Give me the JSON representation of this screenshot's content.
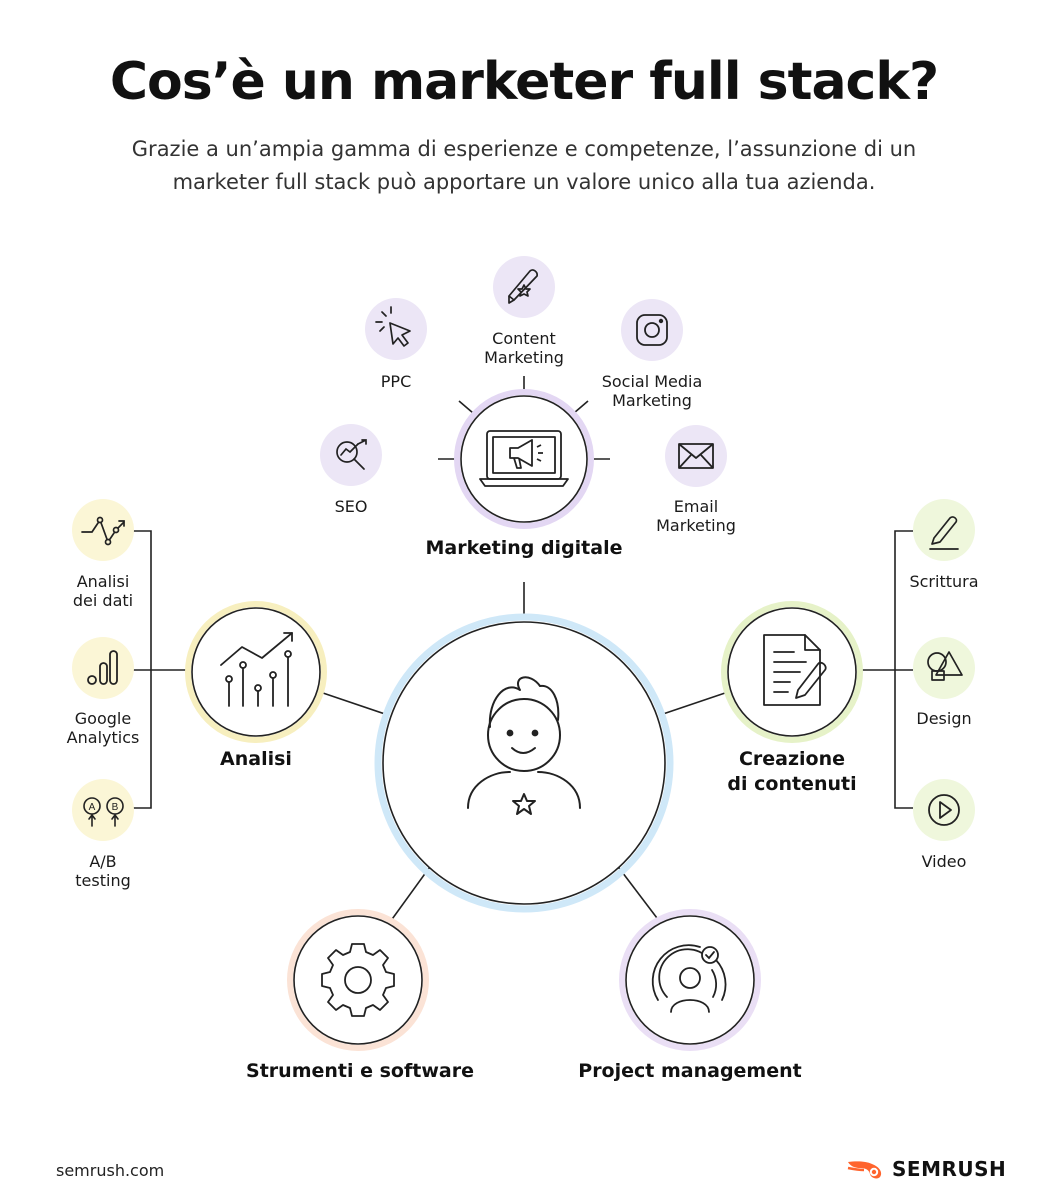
{
  "header": {
    "title": "Cos’è un marketer full stack?",
    "subtitle": "Grazie a un’ampia gamma di esperienze e competenze, l’assunzione di un marketer full stack può apportare un valore unico alla tua azienda."
  },
  "center": {
    "icon": "marketer-avatar-icon"
  },
  "hubs": {
    "marketing": {
      "label": "Marketing digitale",
      "icon": "laptop-megaphone-icon",
      "ring_color": "#e3d7f3"
    },
    "analisi": {
      "label": "Analisi",
      "icon": "line-chart-icon",
      "ring_color": "#f7efbf"
    },
    "creazione": {
      "label": "Creazione\ndi contenuti",
      "icon": "document-pen-icon",
      "ring_color": "#e6f2c8"
    },
    "strumenti": {
      "label": "Strumenti e software",
      "icon": "gear-icon",
      "ring_color": "#fbe3d6"
    },
    "project": {
      "label": "Project management",
      "icon": "target-person-icon",
      "ring_color": "#eadff5"
    }
  },
  "marketing_items": [
    {
      "label": "SEO",
      "icon": "search-chart-icon"
    },
    {
      "label": "PPC",
      "icon": "cursor-click-icon"
    },
    {
      "label": "Content\nMarketing",
      "icon": "pencil-star-icon"
    },
    {
      "label": "Social Media\nMarketing",
      "icon": "instagram-icon"
    },
    {
      "label": "Email\nMarketing",
      "icon": "envelope-icon"
    }
  ],
  "analisi_items": [
    {
      "label": "Analisi\ndei dati",
      "icon": "data-trend-icon"
    },
    {
      "label": "Google\nAnalytics",
      "icon": "analytics-bars-icon"
    },
    {
      "label": "A/B\ntesting",
      "icon": "ab-test-icon"
    }
  ],
  "creazione_items": [
    {
      "label": "Scrittura",
      "icon": "pen-writing-icon"
    },
    {
      "label": "Design",
      "icon": "shapes-icon"
    },
    {
      "label": "Video",
      "icon": "play-icon"
    }
  ],
  "colors": {
    "purple_bg": "#ece6f6",
    "yellow_bg": "#fbf6d6",
    "green_bg": "#eff7dc",
    "center_ring": "#cfe8f8",
    "line": "#222222",
    "brand_orange": "#ff642d"
  },
  "footer": {
    "site": "semrush.com",
    "brand": "SEMRUSH",
    "brand_icon": "semrush-fire-logo-icon"
  }
}
